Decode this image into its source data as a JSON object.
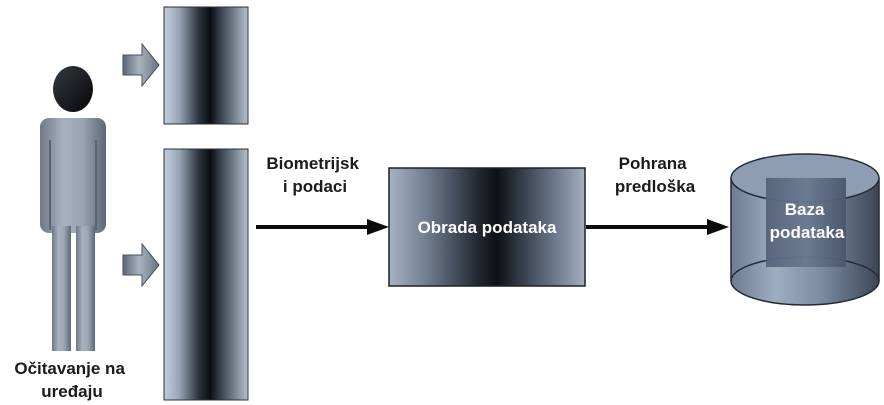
{
  "reader_caption": [
    "Očitavanje na",
    "uređaju"
  ],
  "flow_label_biometric": [
    "Biometrijsk",
    "i podaci"
  ],
  "processing_box_label": "Obrada podataka",
  "flow_label_storage": [
    "Pohrana",
    "predloška"
  ],
  "database_label": [
    "Baza",
    "podataka"
  ],
  "colors": {
    "figure_body": "#8e97a6",
    "figure_head": "#0e1012",
    "arrow": "#0a0a0a",
    "scanner_edge": "#aab7c6",
    "scanner_center": "#0b0f14",
    "database_body": "#7f8fa5"
  }
}
